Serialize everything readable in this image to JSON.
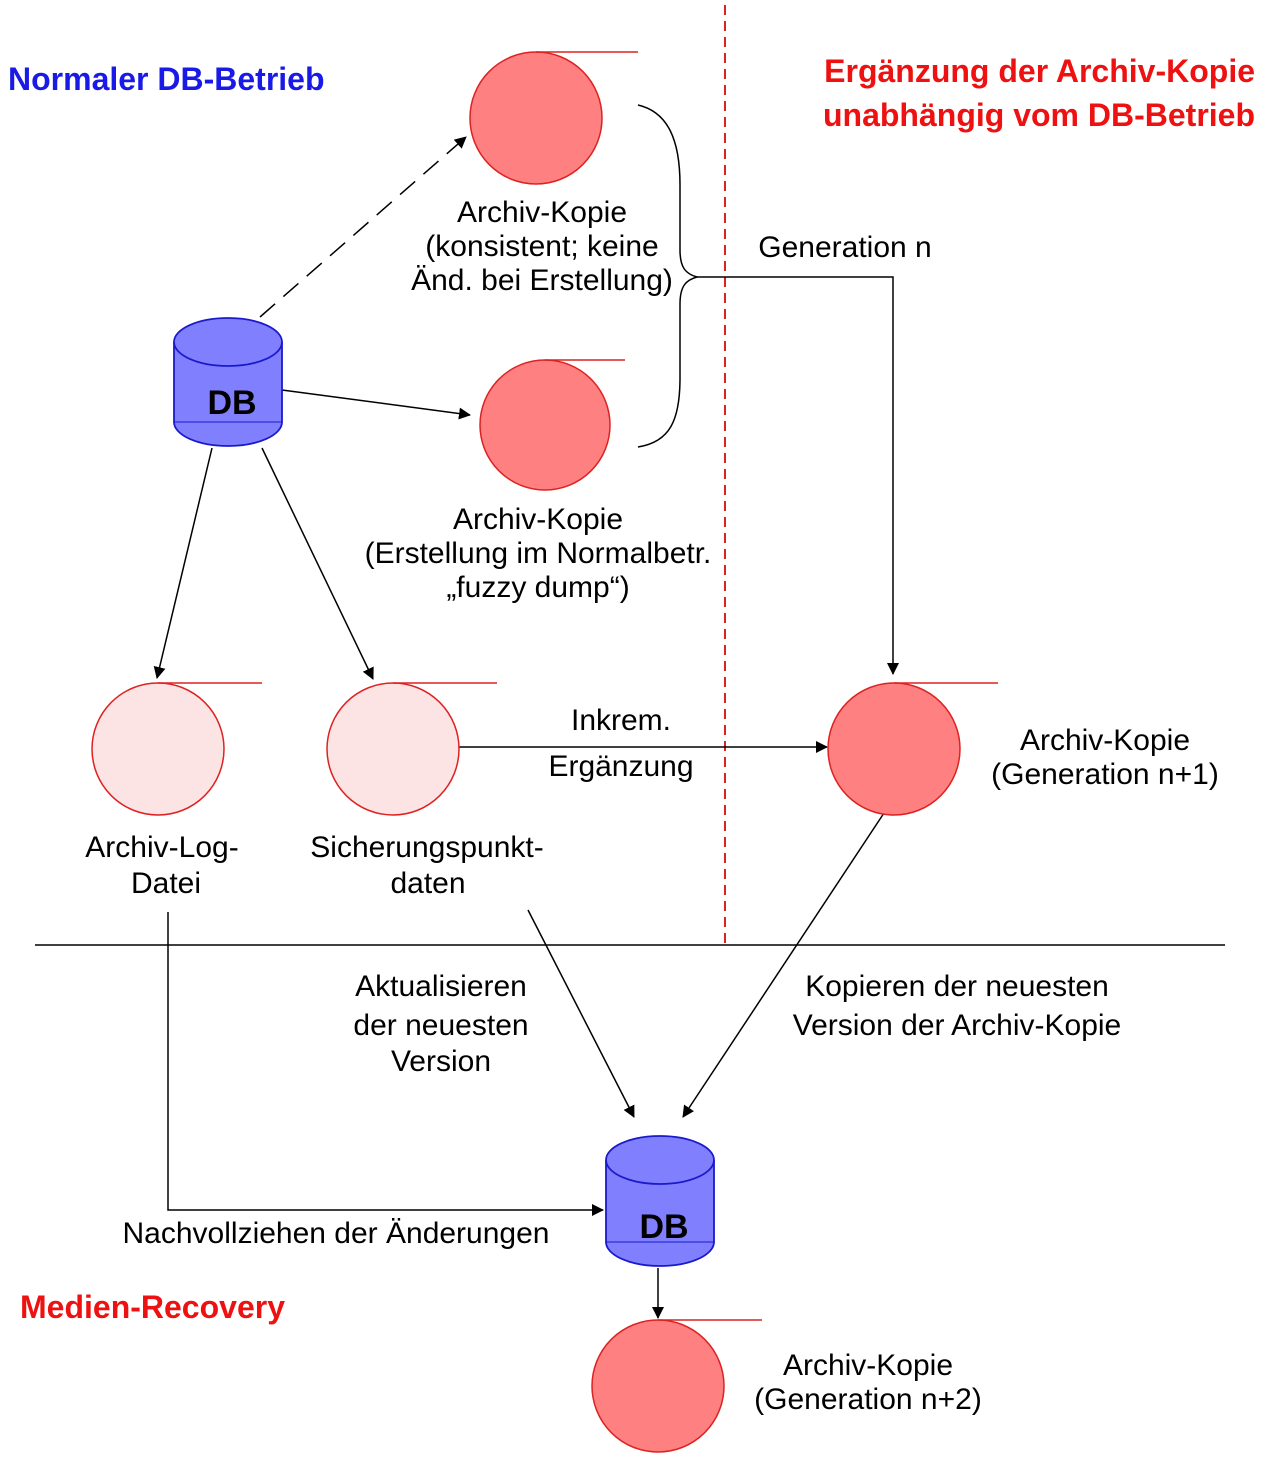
{
  "colors": {
    "blue_heading": "#1a1ae6",
    "red_heading": "#ee1111",
    "archive_fill": "#ff8080",
    "archive_stroke": "#dd2222",
    "light_fill": "#fde4e4",
    "db_fill": "#8080ff",
    "db_stroke": "#1a1acc",
    "divider": "#dd2222"
  },
  "headings": {
    "normal": "Normaler DB-Betrieb",
    "ergaenzung_line1": "Ergänzung der Archiv-Kopie",
    "ergaenzung_line2": "unabhängig vom DB-Betrieb",
    "recovery": "Medien-Recovery"
  },
  "db_label": "DB",
  "labels": {
    "konsistent": [
      "Archiv-Kopie",
      "(konsistent; keine",
      "Änd. bei Erstellung)"
    ],
    "fuzzy": [
      "Archiv-Kopie",
      "(Erstellung im Normalbetr.",
      "„fuzzy dump“)"
    ],
    "generation_n": "Generation n",
    "inkrem": [
      "Inkrem.",
      "Ergänzung"
    ],
    "gen_n1": [
      "Archiv-Kopie",
      "(Generation n+1)"
    ],
    "archiv_log": [
      "Archiv-Log-",
      "Datei"
    ],
    "sicherung": [
      "Sicherungspunkt-",
      "daten"
    ],
    "aktualisieren": [
      "Aktualisieren",
      "der neuesten",
      "Version"
    ],
    "kopieren": [
      "Kopieren der neuesten",
      "Version der Archiv-Kopie"
    ],
    "nachvollziehen": "Nachvollziehen der Änderungen",
    "gen_n2": [
      "Archiv-Kopie",
      "(Generation n+2)"
    ]
  }
}
